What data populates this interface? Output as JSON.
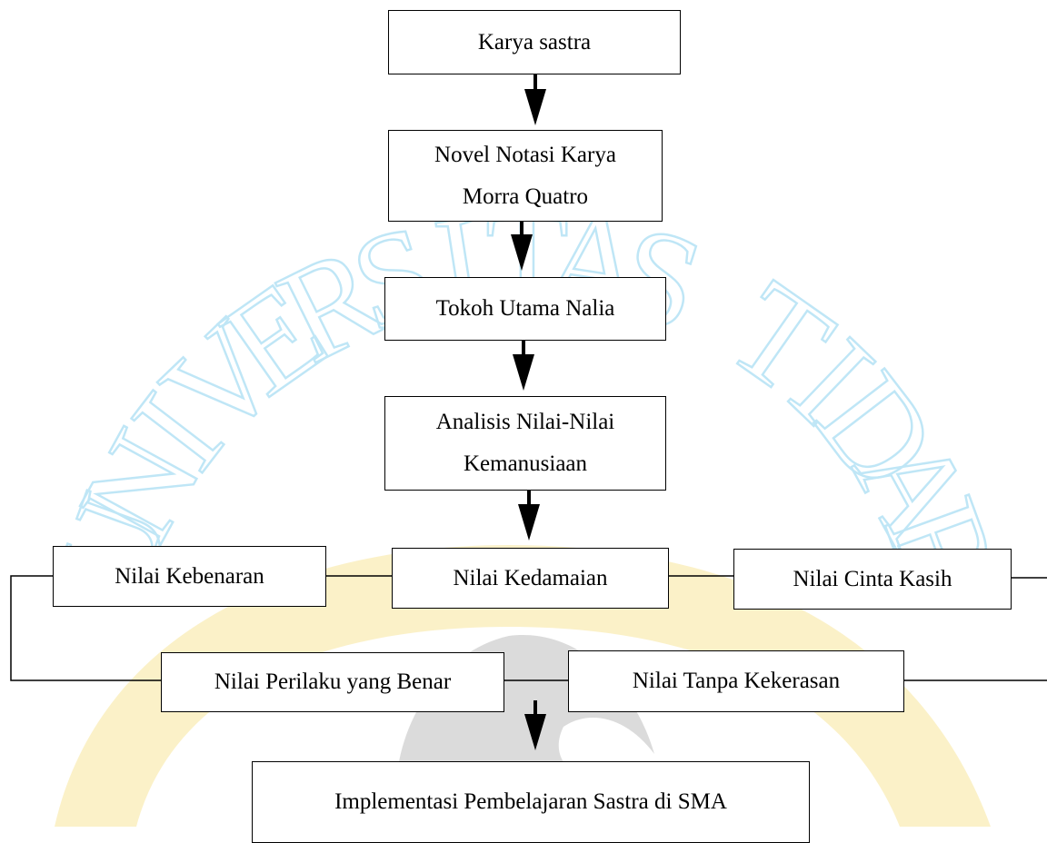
{
  "colors": {
    "watermark_letters": "#bfe6f6",
    "watermark_crescent": "#f8e59a",
    "watermark_emblem": "#d2d2d2",
    "line": "#000000"
  },
  "nodes": {
    "karya_sastra": "Karya sastra",
    "novel": "Novel Notasi Karya\nMorra Quatro",
    "tokoh": "Tokoh Utama Nalia",
    "analisis": "Analisis Nilai-Nilai\nKemanusiaan",
    "kebenaran": "Nilai Kebenaran",
    "kedamaian": "Nilai Kedamaian",
    "cinta_kasih": "Nilai Cinta Kasih",
    "perilaku": "Nilai Perilaku yang Benar",
    "tanpa_kekerasan": "Nilai Tanpa Kekerasan",
    "implementasi": "Implementasi Pembelajaran Sastra di SMA"
  },
  "watermark": {
    "text": "UNIVERSITAS TIDAR"
  }
}
